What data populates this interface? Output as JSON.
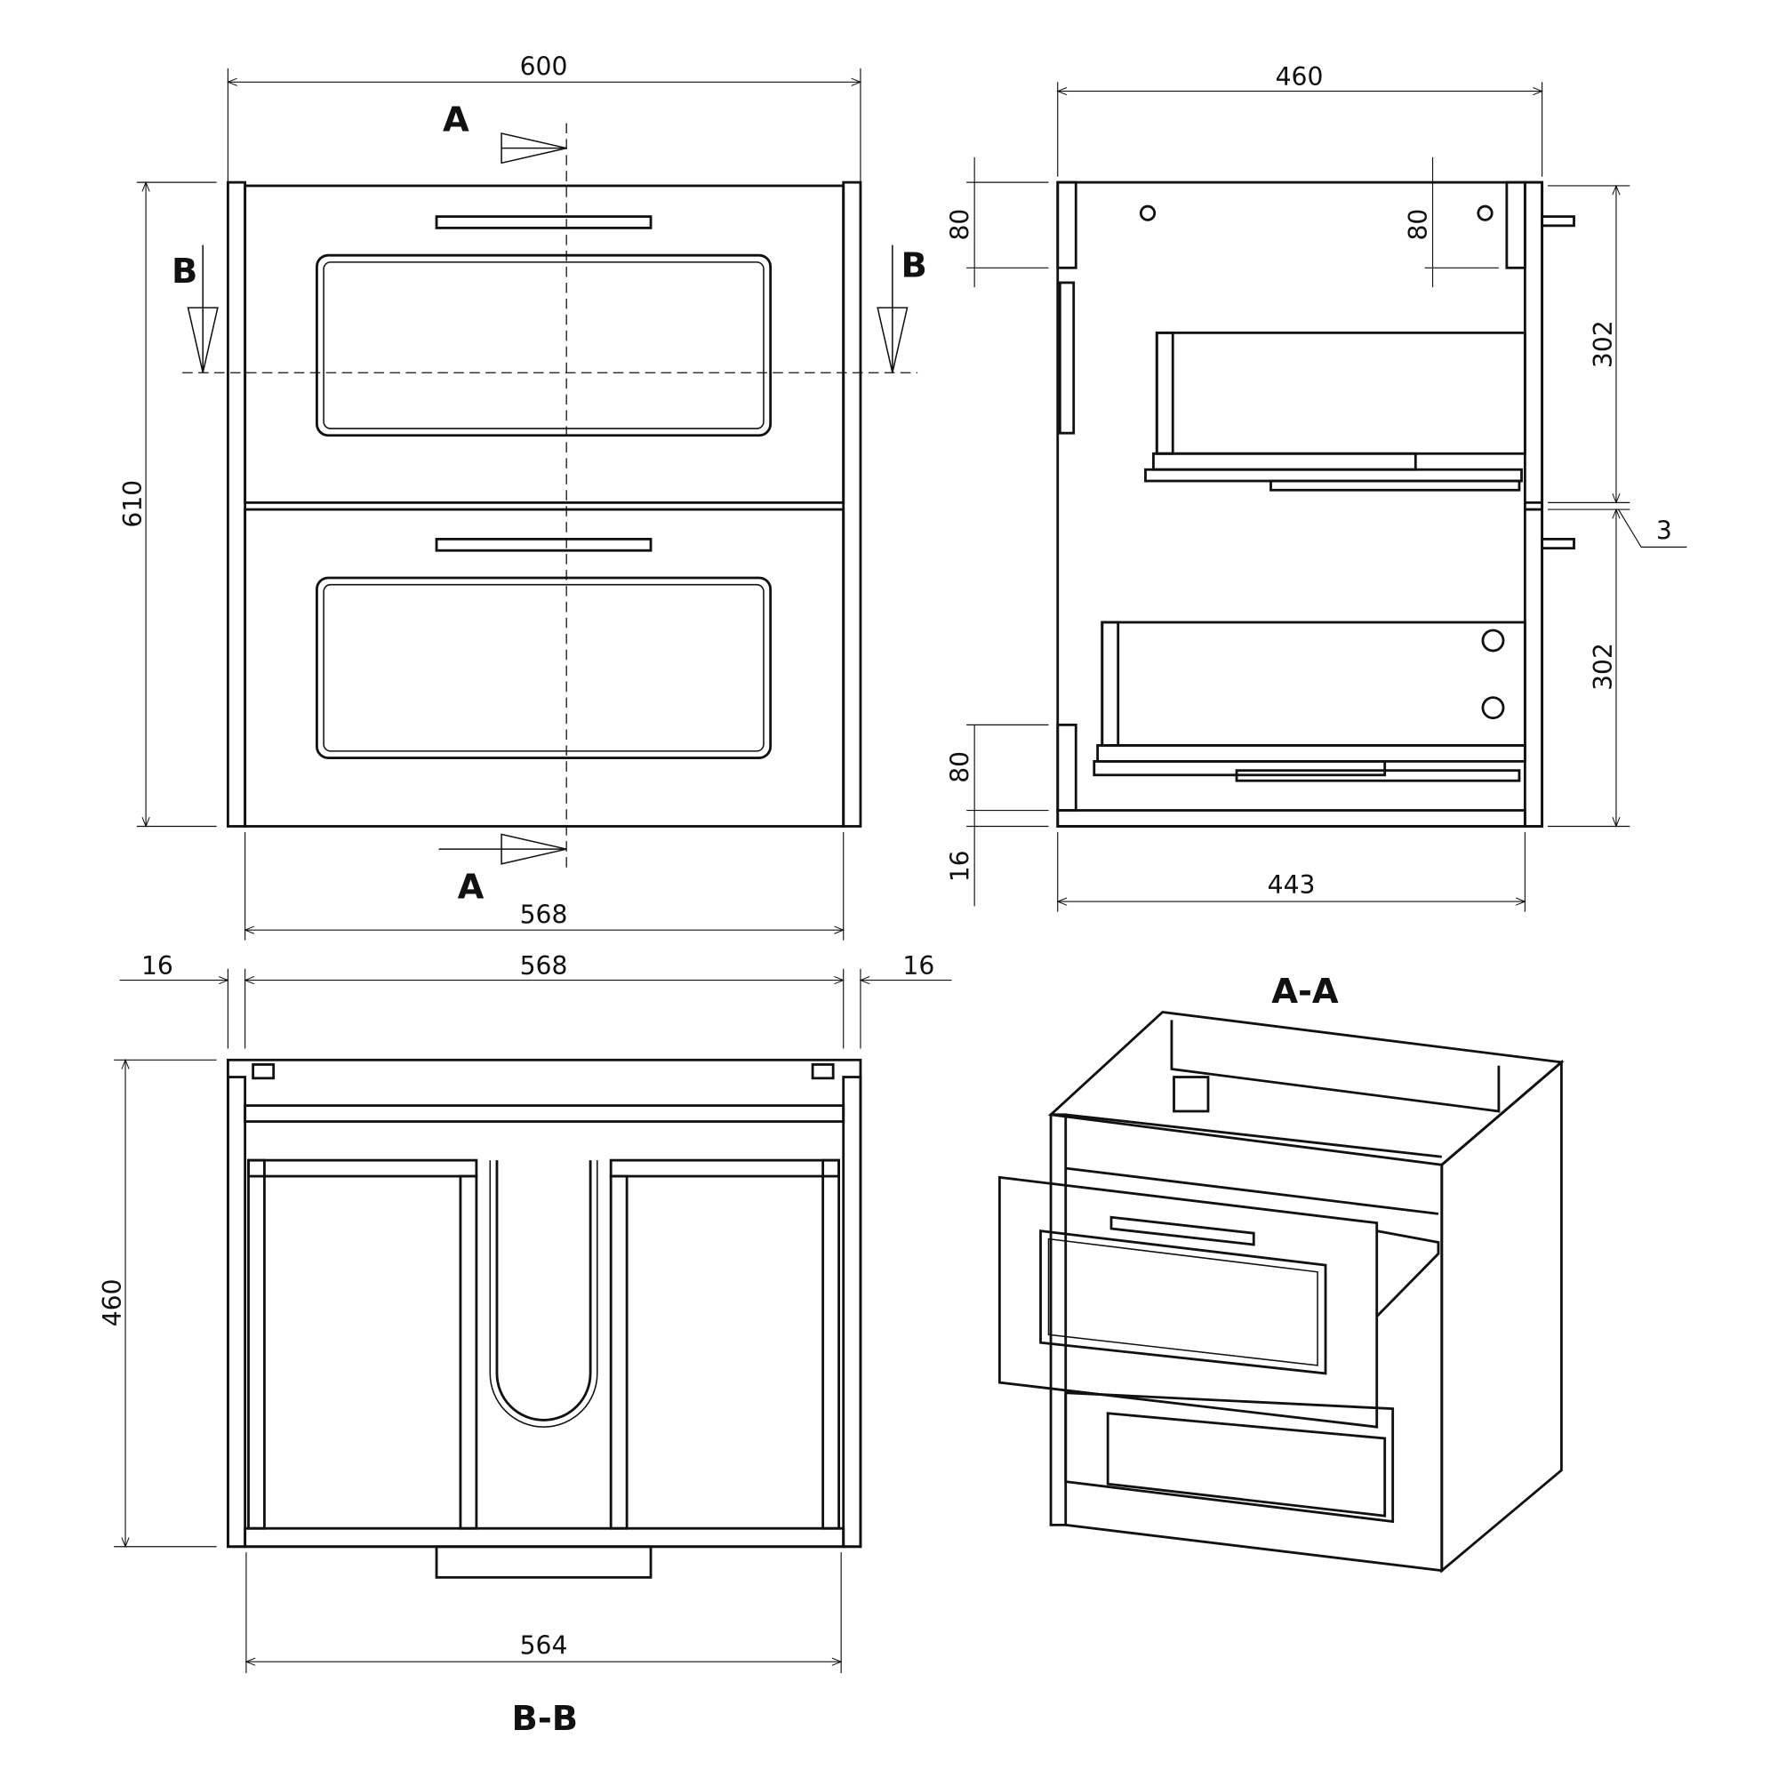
{
  "front_view": {
    "width_overall": "600",
    "height_overall": "610",
    "width_inner": "568",
    "section_a_top": "A",
    "section_a_bottom": "A",
    "section_b_left": "B",
    "section_b_right": "B"
  },
  "side_view": {
    "depth_overall": "460",
    "depth_inner": "443",
    "drawer_height_top": "302",
    "drawer_height_bottom": "302",
    "gap": "3",
    "top_offset_left": "80",
    "top_offset_inner": "80",
    "bottom_offset": "80",
    "plinth": "16"
  },
  "section_bb": {
    "side_left": "16",
    "inner_width": "568",
    "side_right": "16",
    "depth": "460",
    "bottom_width": "564",
    "title": "B-B"
  },
  "section_aa": {
    "title": "A-A"
  }
}
